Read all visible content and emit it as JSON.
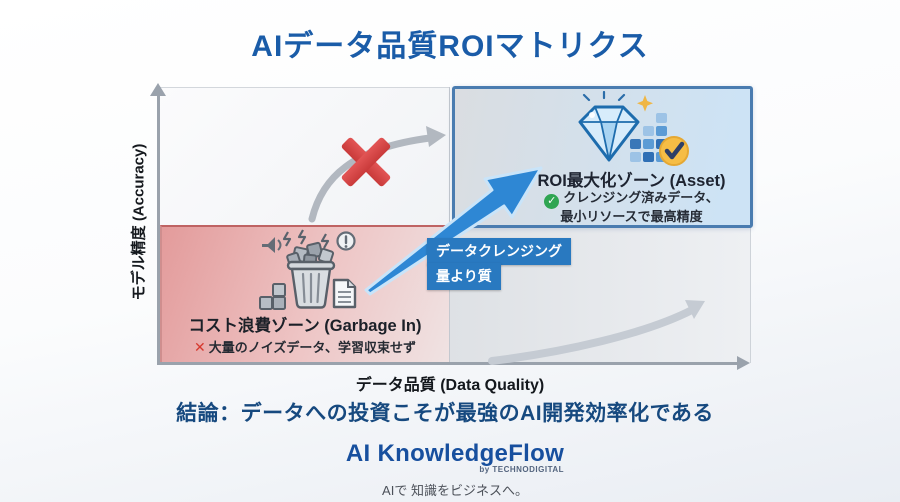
{
  "title": "AIデータ品質ROIマトリクス",
  "axes": {
    "y_label": "モデル精度 (Accuracy)",
    "x_label": "データ品質 (Data Quality)"
  },
  "roi_zone": {
    "title": "ROI最大化ゾーン (Asset)",
    "desc_line1": "クレンジング済みデータ、",
    "desc_line2": "最小リソースで最高精度"
  },
  "garbage_zone": {
    "title": "コスト浪費ゾーン (Garbage In)",
    "desc": "大量のノイズデータ、学習収束せず"
  },
  "transition": {
    "label_primary": "データクレンジング",
    "label_secondary": "量より質"
  },
  "icons": {
    "check": "✓",
    "cross": "✕"
  },
  "conclusion": "結論：データへの投資こそが最強のAI開発効率化である",
  "footer": {
    "brand": "AI KnowledgeFlow",
    "byline": "by TECHNODIGITAL",
    "tagline": "AIで 知識をビジネスへ。"
  },
  "colors": {
    "title_blue": "#1a5ca8",
    "arrow_blue": "#2e87d4",
    "transition_label_bg": "#2979c0",
    "roi_box_border": "#4a7cb0",
    "garbage_border": "#bf6363",
    "cross_red": "#d84343",
    "check_green": "#2fa552",
    "gold": "#f5bc42",
    "axis_gray": "#9aa2ac"
  }
}
